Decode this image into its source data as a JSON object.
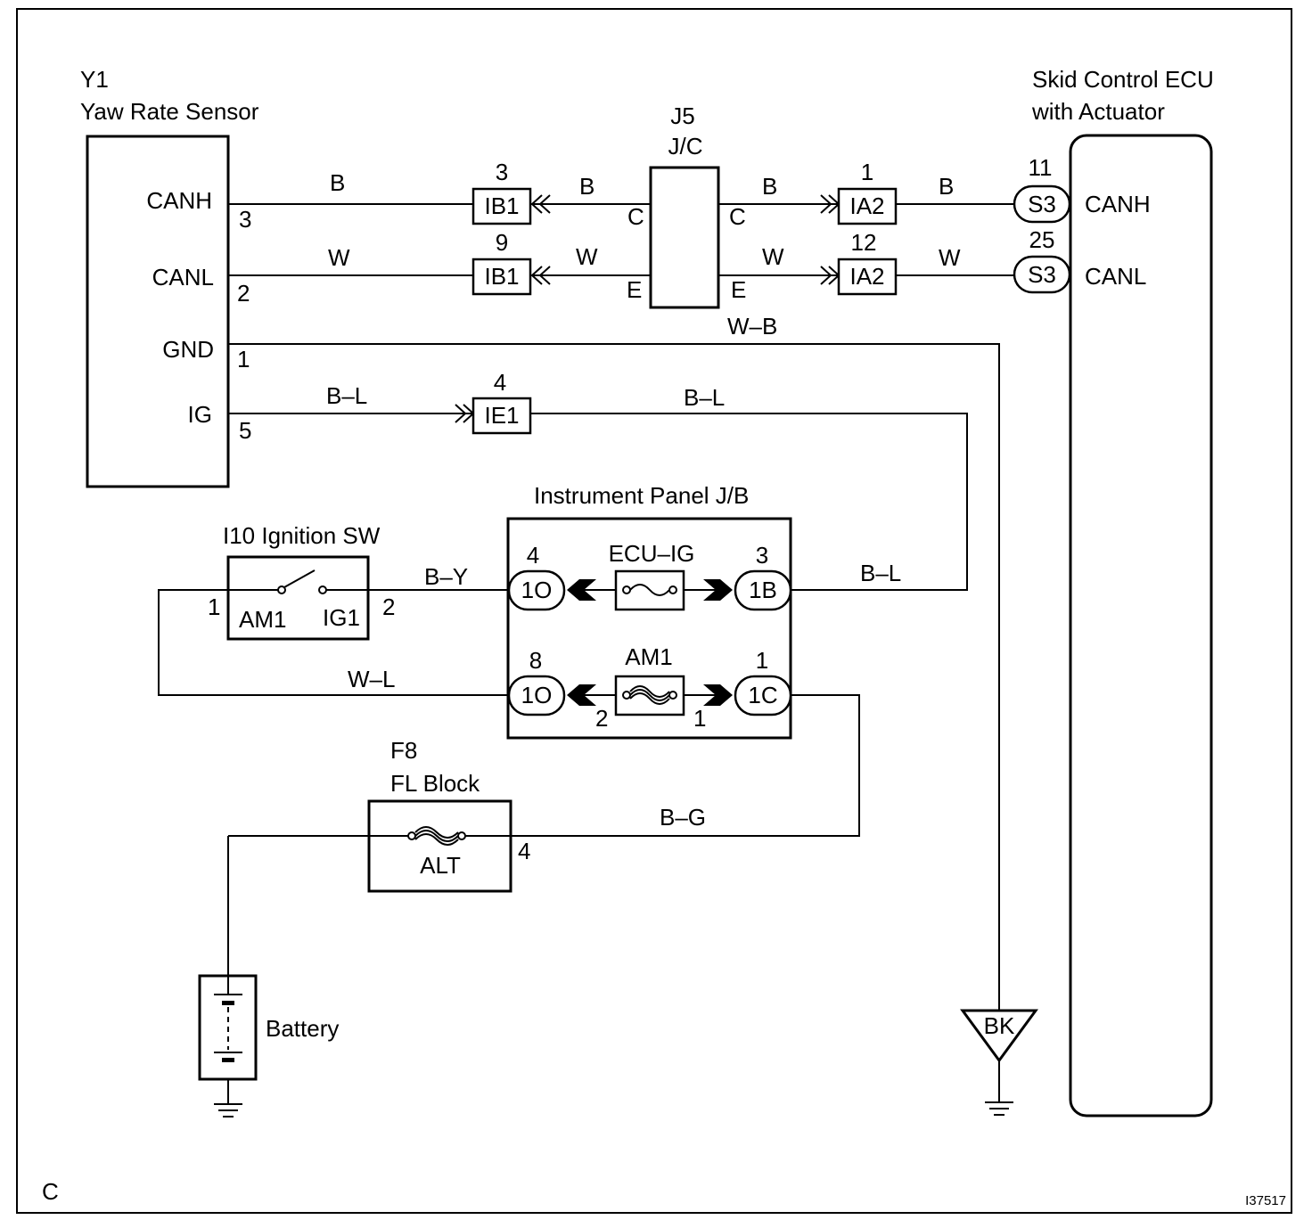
{
  "yaw_sensor": {
    "id": "Y1",
    "name": "Yaw Rate Sensor",
    "pins": {
      "canh": "CANH",
      "canh_no": "3",
      "canl": "CANL",
      "canl_no": "2",
      "gnd": "GND",
      "gnd_no": "1",
      "ig": "IG",
      "ig_no": "5"
    }
  },
  "junction": {
    "id": "J5",
    "name": "J/C",
    "c_left": "C",
    "c_right": "C",
    "e_left": "E",
    "e_right": "E"
  },
  "ecu": {
    "title_line1": "Skid Control ECU",
    "title_line2": "with Actuator",
    "canh": "CANH",
    "canl": "CANL"
  },
  "connectors": {
    "ib1_canh": {
      "label": "IB1",
      "pin": "3"
    },
    "ib1_canl": {
      "label": "IB1",
      "pin": "9"
    },
    "ia2_canh": {
      "label": "IA2",
      "pin": "1"
    },
    "ia2_canl": {
      "label": "IA2",
      "pin": "12"
    },
    "s3_canh": {
      "label": "S3",
      "pin": "11"
    },
    "s3_canl": {
      "label": "S3",
      "pin": "25"
    },
    "ie1": {
      "label": "IE1",
      "pin": "4"
    }
  },
  "wires": {
    "canh_1": "B",
    "canh_2": "B",
    "canh_3": "B",
    "canh_4": "B",
    "canl_1": "W",
    "canl_2": "W",
    "canl_3": "W",
    "canl_4": "W",
    "gnd": "W–B",
    "ig_1": "B–L",
    "ig_2": "B–L",
    "ig_3": "B–L",
    "ign_sw_out": "B–Y",
    "am1_feed": "W–L",
    "alt_feed": "B–G"
  },
  "ignition_switch": {
    "title": "I10 Ignition SW",
    "am1": "AM1",
    "ig1": "IG1",
    "pin_left": "1",
    "pin_right": "2"
  },
  "jb": {
    "title": "Instrument Panel J/B",
    "ecu_ig_fuse": "ECU–IG",
    "am1_fuse": "AM1",
    "conn_1o_top": {
      "label": "1O",
      "pin": "4"
    },
    "conn_1b": {
      "label": "1B",
      "pin": "3"
    },
    "conn_1o_bottom": {
      "label": "1O",
      "pin": "8"
    },
    "conn_1c": {
      "label": "1C",
      "pin": "1"
    },
    "am1_pin_left": "2",
    "am1_pin_right": "1"
  },
  "fl_block": {
    "id": "F8",
    "name": "FL Block",
    "fuse": "ALT",
    "pin": "4"
  },
  "battery": {
    "label": "Battery"
  },
  "ground": {
    "label": "BK"
  },
  "footer": {
    "left": "C",
    "right": "I37517"
  }
}
